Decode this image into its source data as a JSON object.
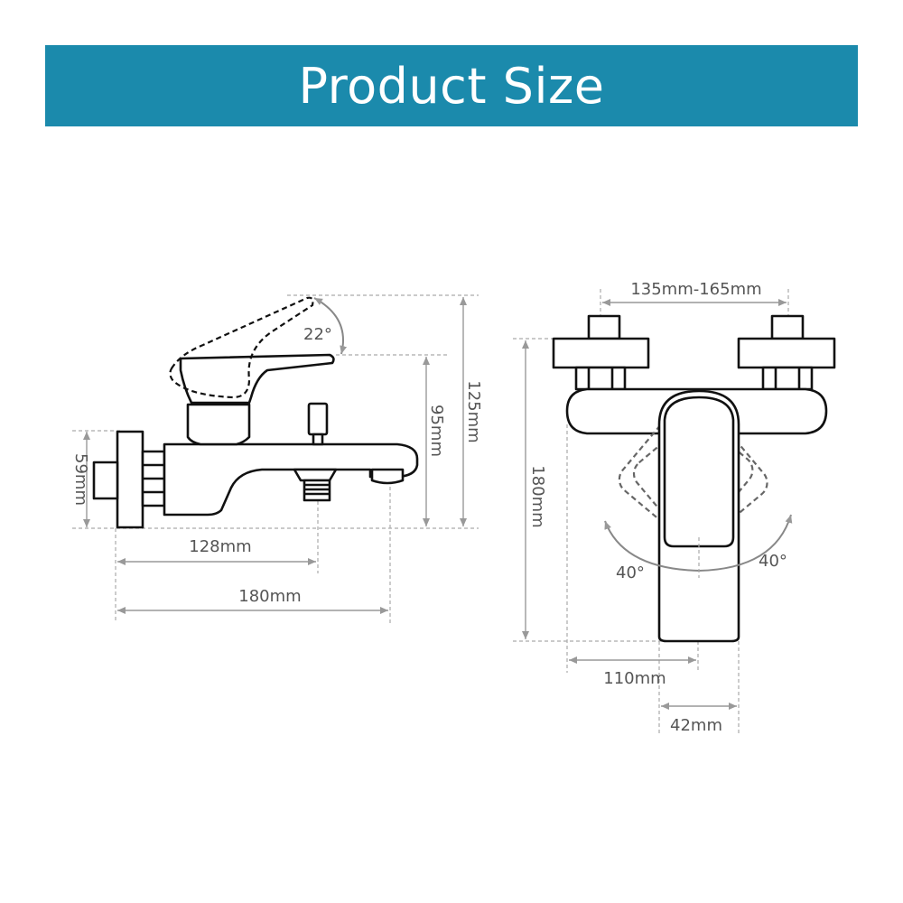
{
  "header": {
    "title": "Product Size"
  },
  "side_view": {
    "width_inner": "128mm",
    "width_total": "180mm",
    "flange_height": "59mm",
    "spout_height": "95mm",
    "total_height": "125mm",
    "handle_angle": "22°"
  },
  "front_view": {
    "center_distance": "135mm-165mm",
    "height": "180mm",
    "width_inner": "110mm",
    "handle_width": "42mm",
    "angle_left": "40°",
    "angle_right": "40°"
  },
  "colors": {
    "banner": "#1b8aac",
    "drawing": "#111111",
    "dimension": "#999999"
  }
}
